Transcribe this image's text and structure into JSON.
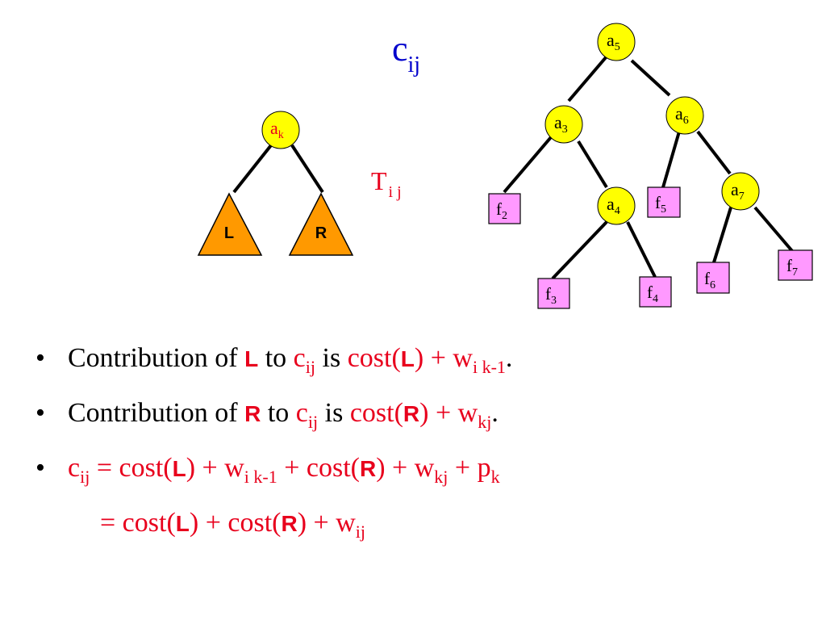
{
  "title": {
    "base": "c",
    "sub": "ij"
  },
  "subtree_caption": {
    "base": "T",
    "sub": "i j"
  },
  "left_tree": {
    "root": {
      "base": "a",
      "sub": "k"
    },
    "left_subtree": "L",
    "right_subtree": "R"
  },
  "right_tree": {
    "nodes": [
      {
        "id": "a5",
        "base": "a",
        "sub": "5"
      },
      {
        "id": "a3",
        "base": "a",
        "sub": "3"
      },
      {
        "id": "a6",
        "base": "a",
        "sub": "6"
      },
      {
        "id": "a4",
        "base": "a",
        "sub": "4"
      },
      {
        "id": "a7",
        "base": "a",
        "sub": "7"
      }
    ],
    "leaves": [
      {
        "id": "f2",
        "base": "f",
        "sub": "2"
      },
      {
        "id": "f5",
        "base": "f",
        "sub": "5"
      },
      {
        "id": "f3",
        "base": "f",
        "sub": "3"
      },
      {
        "id": "f4",
        "base": "f",
        "sub": "4"
      },
      {
        "id": "f6",
        "base": "f",
        "sub": "6"
      },
      {
        "id": "f7",
        "base": "f",
        "sub": "7"
      }
    ]
  },
  "colors": {
    "node_fill": "#ffff00",
    "leaf_fill": "#ff99ff",
    "triangle_fill": "#ff9900",
    "title": "#0000cc",
    "emphasis": "#e8001c"
  },
  "bullets": {
    "b1": {
      "t1": "Contribution of ",
      "L": "L",
      "t2": " to ",
      "c": "c",
      "ij": "ij",
      "t3": " is ",
      "cost_open": "cost(",
      "L2": "L",
      "close_plus": ") + w",
      "sub": "i k-1",
      "end": "."
    },
    "b2": {
      "t1": "Contribution of ",
      "R": "R",
      "t2": " to ",
      "c": "c",
      "ij": "ij",
      "t3": " is ",
      "cost_open": "cost(",
      "R2": "R",
      "close_plus": ") + w",
      "sub": "kj",
      "end": "."
    },
    "b3": {
      "c": "c",
      "ij": "ij",
      "eq": " = cost(",
      "L": "L",
      "p1": ") + w",
      "s1": "i k-1",
      "p2": " + cost(",
      "R": "R",
      "p3": ") + w",
      "s2": "kj",
      "p4": " + p",
      "s3": "k"
    },
    "b4": {
      "eq": "= cost(",
      "L": "L",
      "p1": ") + cost(",
      "R": "R",
      "p2": ") + w",
      "s1": "ij"
    }
  },
  "bullet_symbol": "•"
}
